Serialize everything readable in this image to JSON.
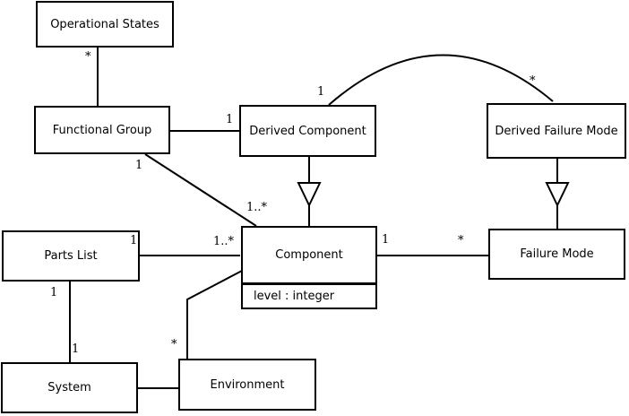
{
  "diagram": {
    "kind": "uml-class-diagram",
    "colors": {
      "background": "#ffffff",
      "line": "#000000",
      "box_fill": "#ffffff",
      "text": "#000000"
    }
  },
  "classes": {
    "operational_states": {
      "name": "Operational States"
    },
    "functional_group": {
      "name": "Functional Group"
    },
    "derived_component": {
      "name": "Derived Component"
    },
    "derived_failure_mode": {
      "name": "Derived Failure Mode"
    },
    "parts_list": {
      "name": "Parts List"
    },
    "component": {
      "name": "Component",
      "attributes": [
        "level : integer"
      ]
    },
    "failure_mode": {
      "name": "Failure Mode"
    },
    "system": {
      "name": "System"
    },
    "environment": {
      "name": "Environment"
    }
  },
  "relationships": [
    {
      "from": "Operational States",
      "to": "Functional Group",
      "type": "association",
      "from_mult": "*",
      "to_mult": ""
    },
    {
      "from": "Functional Group",
      "to": "Derived Component",
      "type": "association",
      "from_mult": "",
      "to_mult": "1"
    },
    {
      "from": "Functional Group",
      "to": "Component",
      "type": "association",
      "from_mult": "1",
      "to_mult": "1..*"
    },
    {
      "from": "Derived Component",
      "to": "Component",
      "type": "generalization",
      "from_mult": "",
      "to_mult": ""
    },
    {
      "from": "Derived Component",
      "to": "Derived Failure Mode",
      "type": "association-curved",
      "from_mult": "1",
      "to_mult": "*"
    },
    {
      "from": "Derived Failure Mode",
      "to": "Failure Mode",
      "type": "generalization",
      "from_mult": "",
      "to_mult": ""
    },
    {
      "from": "Parts List",
      "to": "Component",
      "type": "association",
      "from_mult": "1",
      "to_mult": "1..*"
    },
    {
      "from": "Component",
      "to": "Failure Mode",
      "type": "association",
      "from_mult": "1",
      "to_mult": "*"
    },
    {
      "from": "Parts List",
      "to": "System",
      "type": "association",
      "from_mult": "1",
      "to_mult": "1"
    },
    {
      "from": "System",
      "to": "Environment",
      "type": "association",
      "from_mult": "",
      "to_mult": ""
    },
    {
      "from": "Environment",
      "to": "Component",
      "type": "association",
      "from_mult": "*",
      "to_mult": ""
    }
  ]
}
